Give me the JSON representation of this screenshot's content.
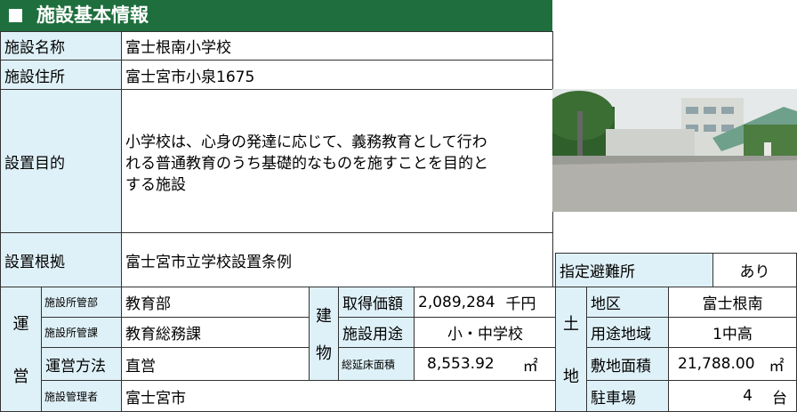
{
  "header": {
    "title": "施設基本情報"
  },
  "facility": {
    "name_label": "施設名称",
    "name": "富士根南小学校",
    "address_label": "施設住所",
    "address": "富士宮市小泉1675",
    "purpose_label": "設置目的",
    "purpose_lines": [
      "小学校は、心身の発達に応じて、義務教育として行わ",
      "れる普通教育のうち基礎的なものを施すことを目的と",
      "する施設"
    ],
    "basis_label": "設置根拠",
    "basis": "富士宮市立学校設置条例"
  },
  "evacuation": {
    "label": "指定避難所",
    "value": "あり"
  },
  "operation": {
    "group_chars": [
      "運",
      "営"
    ],
    "rows": [
      {
        "label": "施設所管部",
        "value": "教育部"
      },
      {
        "label": "施設所管課",
        "value": "教育総務課"
      },
      {
        "label": "運営方法",
        "value": "直営"
      },
      {
        "label": "施設管理者",
        "value": "富士宮市"
      }
    ]
  },
  "building": {
    "group_chars": [
      "建",
      "物"
    ],
    "acq_label": "取得価額",
    "acq_value": "2,089,284",
    "acq_unit": "千円",
    "use_label": "施設用途",
    "use_value": "小・中学校",
    "floor_label": "総延床面積",
    "floor_value": "8,553.92",
    "floor_unit": "㎡"
  },
  "land": {
    "group_chars": [
      "土",
      "地"
    ],
    "district_label": "地区",
    "district_value": "富士根南",
    "zone_label": "用途地域",
    "zone_value": "1中高",
    "area_label": "敷地面積",
    "area_value": "21,788.00",
    "area_unit": "㎡",
    "parking_label": "駐車場",
    "parking_value": "4",
    "parking_unit": "台"
  },
  "colors": {
    "header_bg": "#1f6f3e",
    "label_bg": "#dff1f8"
  }
}
